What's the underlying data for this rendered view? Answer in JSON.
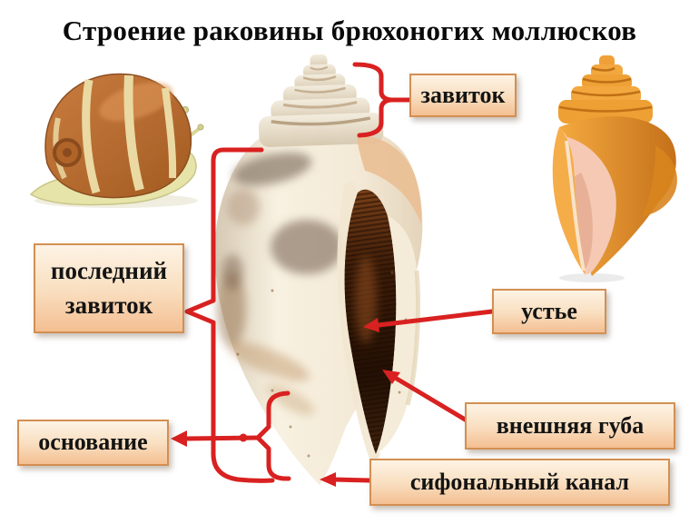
{
  "title": "Строение раковины брюхоногих моллюсков",
  "labels": {
    "whorl": "завиток",
    "last_whorl": "последний завиток",
    "aperture": "устье",
    "outer_lip": "внешняя губа",
    "base": "основание",
    "siphonal_canal": "сифональный канал"
  },
  "colors": {
    "connector_red": "#d92121",
    "label_background_top": "#fdf3e5",
    "label_background_bottom": "#f4bf92",
    "label_border": "#d38f52",
    "title_color": "#0a0a0a"
  },
  "illustrations": {
    "top_left": "garden-snail",
    "center": "gastropod-shell-photo",
    "top_right": "orange-conch-shell"
  }
}
